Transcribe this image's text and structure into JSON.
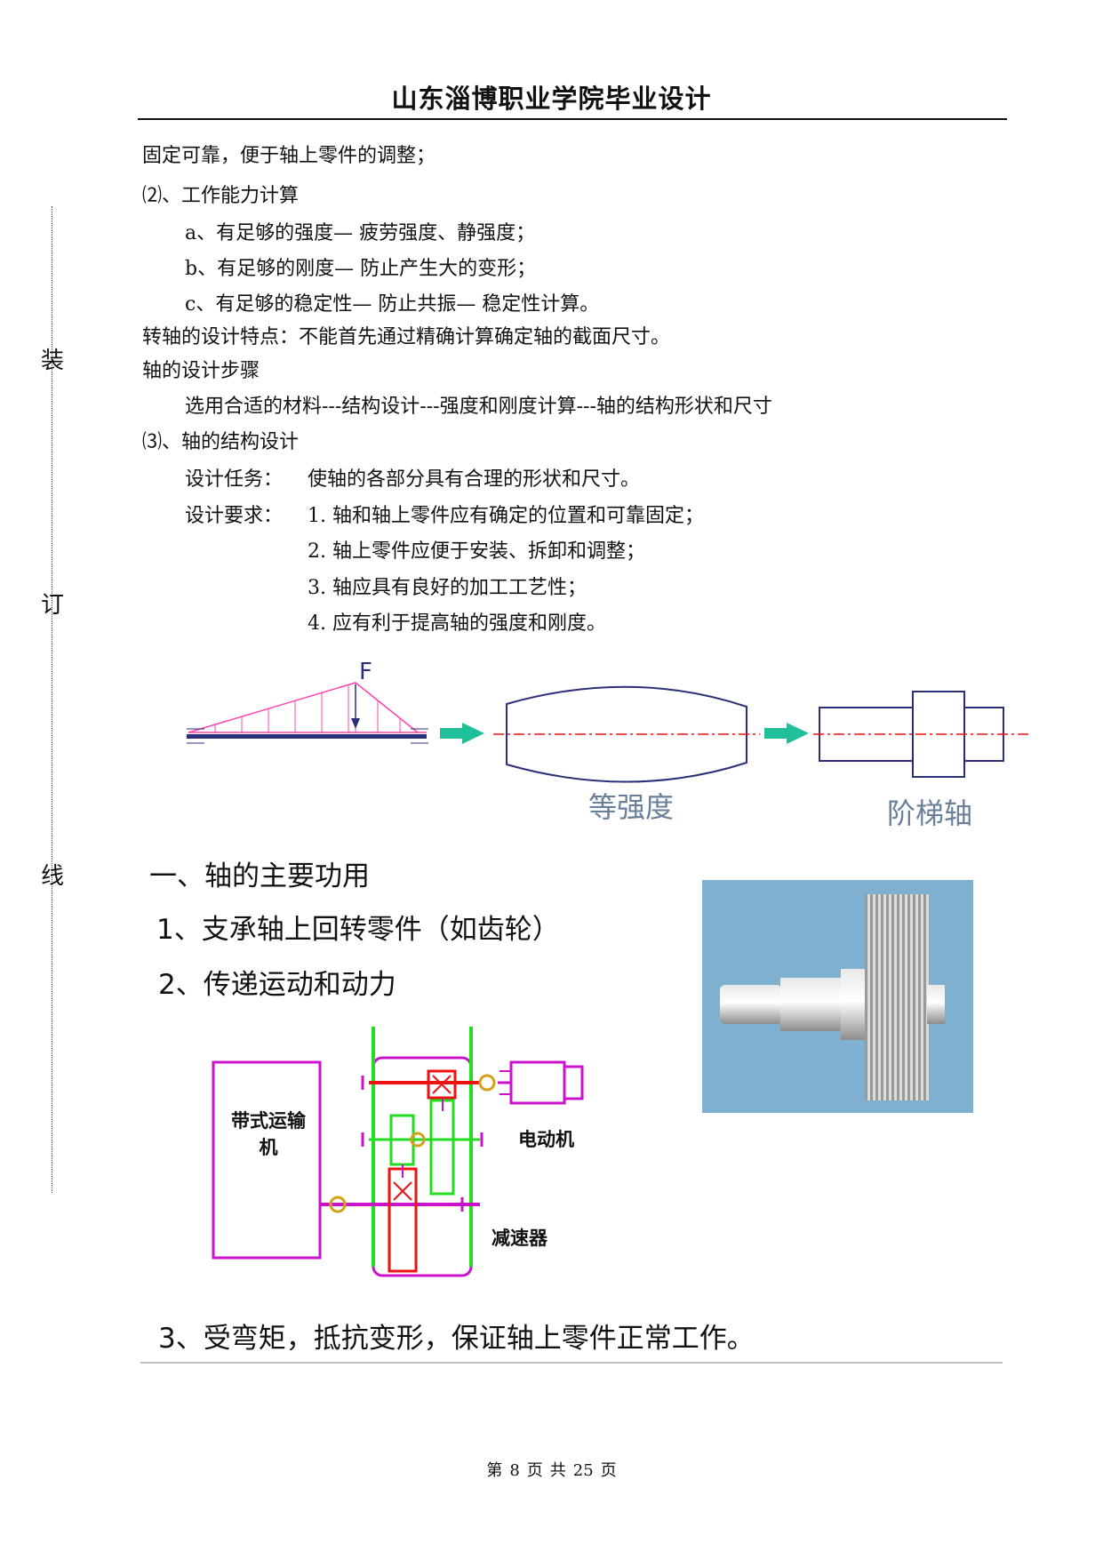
{
  "header": {
    "title": "山东淄博职业学院毕业设计"
  },
  "margin": {
    "c1": "装",
    "c2": "订",
    "c3": "线"
  },
  "body": {
    "l1": "固定可靠，便于轴上零件的调整；",
    "l2": "⑵、工作能力计算",
    "l3": "a、有足够的强度— 疲劳强度、静强度；",
    "l4": "b、有足够的刚度— 防止产生大的变形；",
    "l5": "c、有足够的稳定性— 防止共振— 稳定性计算。",
    "l6": "转轴的设计特点：不能首先通过精确计算确定轴的截面尺寸。",
    "l7": "轴的设计步骤",
    "l8": "选用合适的材料---结构设计---强度和刚度计算---轴的结构形状和尺寸",
    "l9": "⑶、轴的结构设计",
    "task_label": "设计任务：",
    "task_text": "使轴的各部分具有合理的形状和尺寸。",
    "req_label": "设计要求：",
    "reqs": [
      "1. 轴和轴上零件应有确定的位置和可靠固定；",
      "2. 轴上零件应便于安装、拆卸和调整；",
      "3. 轴应具有良好的加工工艺性；",
      "4. 应有利于提高轴的强度和刚度。"
    ]
  },
  "figure1": {
    "force": "F",
    "cap1": "等强度",
    "cap2": "阶梯轴"
  },
  "slide": {
    "h1": "一、轴的主要功用",
    "h2": "1、支承轴上回转零件（如齿轮）",
    "h3": "2、传递运动和动力",
    "conveyor_line1": "带式运输",
    "conveyor_line2": "机",
    "motor": "电动机",
    "reducer": "减速器",
    "h4": "3、受弯矩，抵抗变形，保证轴上零件正常工作。"
  },
  "footer": {
    "pre": "第",
    "page": "8",
    "mid1": "页",
    "mid2": "共",
    "total": "25",
    "post": "页"
  },
  "colors": {
    "pink": "#ff44aa",
    "navy": "#2b2f7a",
    "arrow": "#1fbf9a",
    "red": "#ee1111",
    "magenta": "#cc11cc",
    "green": "#22dd22",
    "photo_bg": "#7fb0cf"
  }
}
